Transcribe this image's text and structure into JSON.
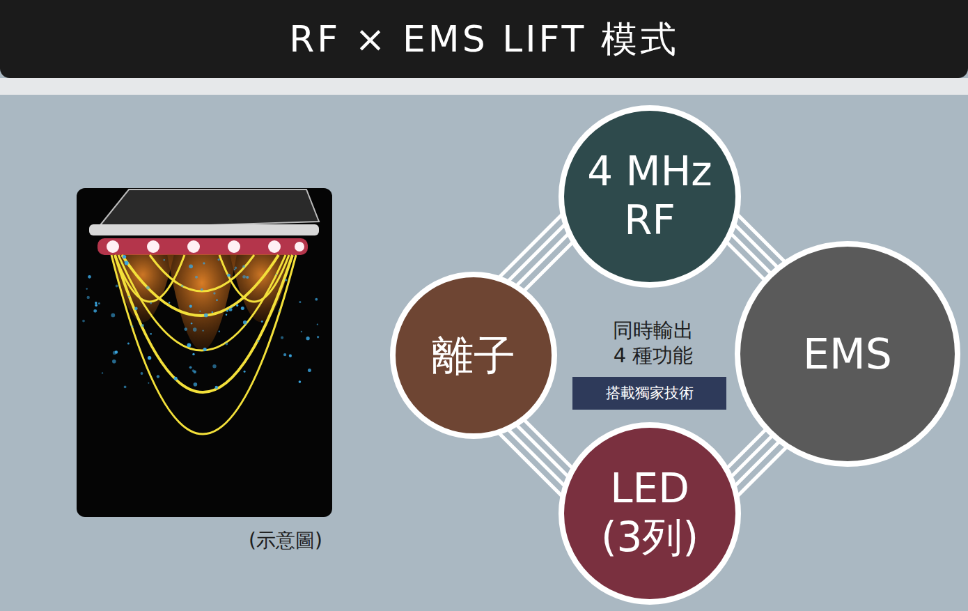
{
  "diagram": {
    "title": "RF × EMS LIFT 模式",
    "nodes": [
      {
        "text": [
          "4 MHz RF"
        ]
      },
      {
        "text": [
          "離子"
        ]
      },
      {
        "text": [
          "EMS"
        ]
      },
      {
        "text": [
          "LED (3列)"
        ]
      },
      {
        "text": [
          "搭載獨家技術"
        ]
      }
    ],
    "labels": [
      "同時輸出 4 種功能",
      "(示意圖)"
    ]
  }
}
